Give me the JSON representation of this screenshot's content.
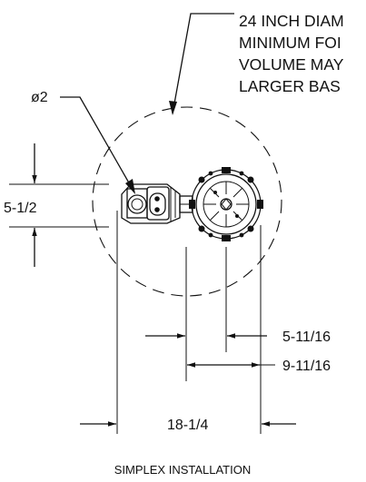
{
  "note": {
    "lines": [
      "24 INCH DIAM",
      "MINIMUM FOI",
      "VOLUME MAY",
      "LARGER BAS"
    ]
  },
  "dimensions": {
    "pipe_diameter": "ø2",
    "height": "5-1/2",
    "offset_a": "5-11/16",
    "offset_b": "9-11/16",
    "overall_width": "18-1/4"
  },
  "caption": "SIMPLEX INSTALLATION"
}
